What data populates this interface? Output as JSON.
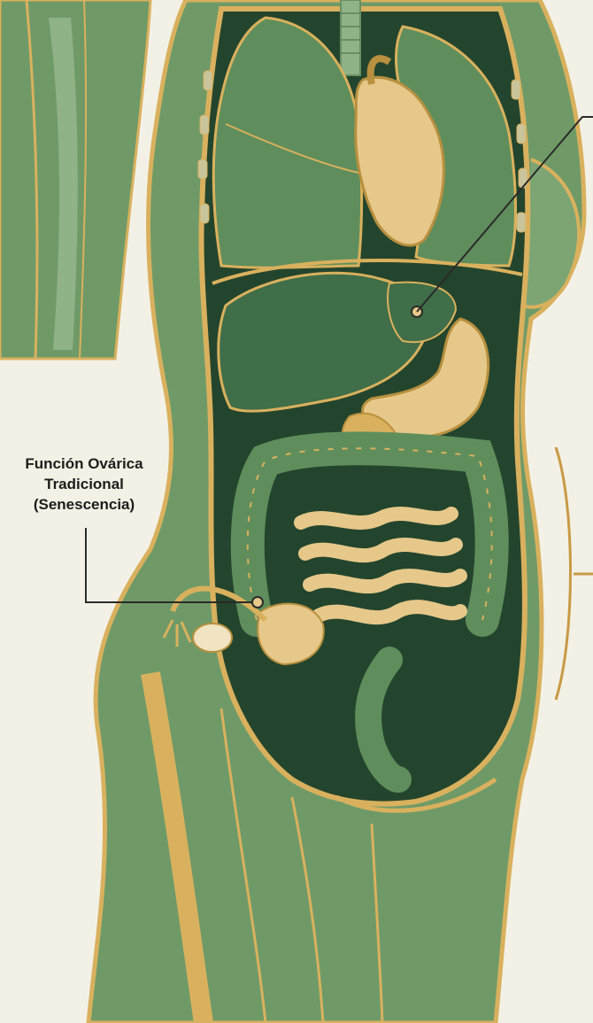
{
  "callouts": [
    {
      "id": "ovarian-function",
      "lines": [
        "Función Ovárica",
        "Tradicional",
        "(Senescencia)"
      ]
    }
  ],
  "colors": {
    "background": "#f3f1e6",
    "body_green": "#6f9a67",
    "dark_green": "#2e4f34",
    "organ_green": "#3f6e48",
    "light_green": "#8fb287",
    "gold": "#d9b15e",
    "organ_gold": "#e6c88a",
    "outline": "#b8903f",
    "leader_line": "#2a2a2a"
  }
}
